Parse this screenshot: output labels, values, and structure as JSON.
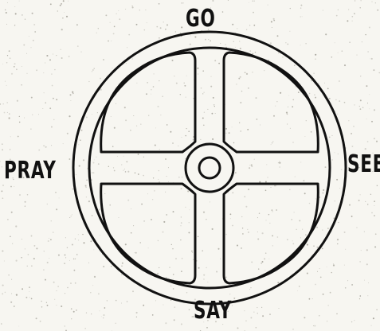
{
  "diagram": {
    "labels": {
      "top": "GO",
      "left": "PRAY",
      "right": "SEE",
      "bottom": "SAY"
    },
    "colors": {
      "background": "#f7f6f1",
      "ink": "#111111"
    }
  }
}
